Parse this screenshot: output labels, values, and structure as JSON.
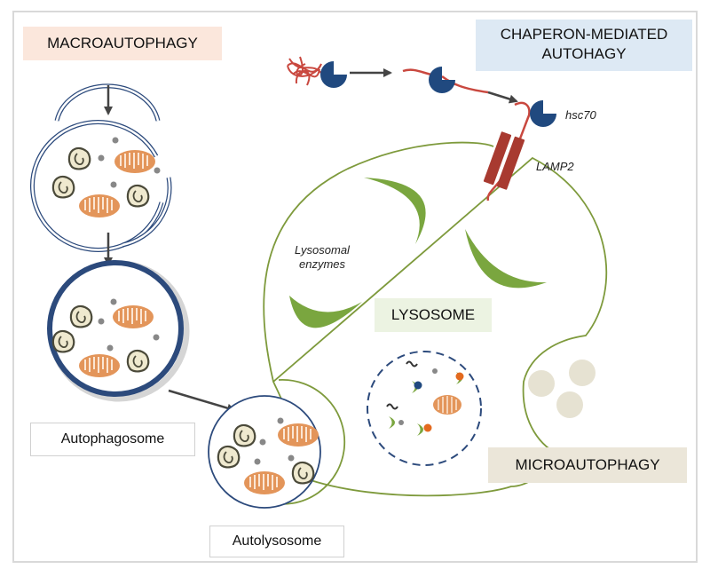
{
  "labels": {
    "macroautophagy": "MACROAUTOPHAGY",
    "cma_line1": "CHAPERON-MEDIATED",
    "cma_line2": "AUTOHAGY",
    "hsc70": "hsc70",
    "lamp2": "LAMP2",
    "lysosomal_enzymes": "Lysosomal enzymes",
    "lysosome": "LYSOSOME",
    "autophagosome": "Autophagosome",
    "autolysosome": "Autolysosome",
    "microautophagy": "MICROAUTOPHAGY"
  },
  "colors": {
    "membrane_navy": "#2c4a7c",
    "lysosome_outline": "#7e9a3c",
    "enzyme_green": "#7aa63f",
    "mitochondria_orange": "#e0894a",
    "protein_red": "#c9483f",
    "lamp2_red": "#a83a30",
    "hsc70_blue": "#20497f",
    "vesicle_cream": "#e6e2d2",
    "arrow_gray": "#444444",
    "dot_gray": "#888888"
  }
}
